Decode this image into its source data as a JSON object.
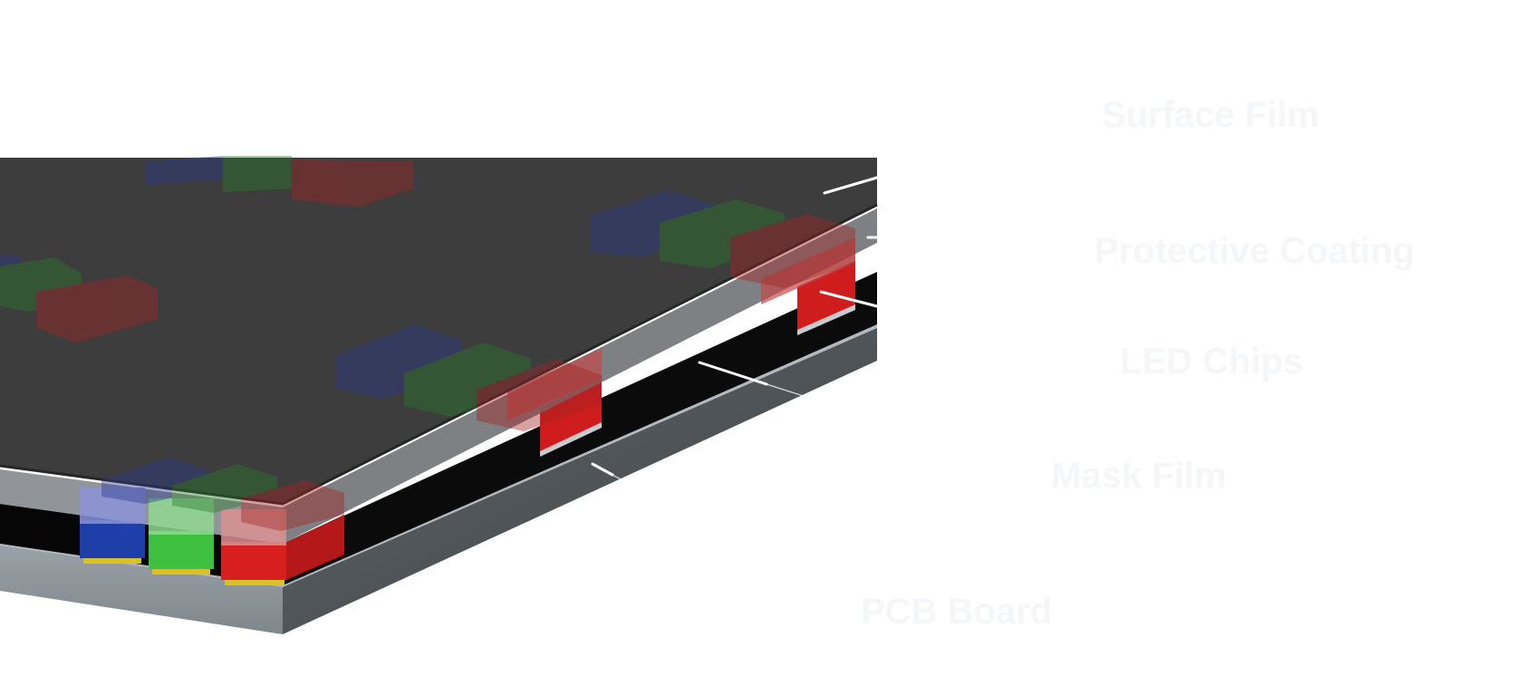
{
  "diagram": {
    "labels": {
      "surface_film": "Surface Film",
      "protective_coating": "Protective Coating",
      "led_chips": "LED Chips",
      "mask_film": "Mask Film",
      "pcb_board": "PCB Board"
    },
    "colors": {
      "background": "#ffffff",
      "label_text": "#f4f6f8",
      "leader_line": "#ffffff",
      "surface_film": "#3d3d3d",
      "protective_coating": "#8a8e92",
      "mask_film": "#050505",
      "pcb_board": "#8f979d",
      "led_blue": "#1f3fa8",
      "led_green": "#3fbf3f",
      "led_red": "#d81f1f",
      "led_pad": "#d9c12a"
    }
  }
}
